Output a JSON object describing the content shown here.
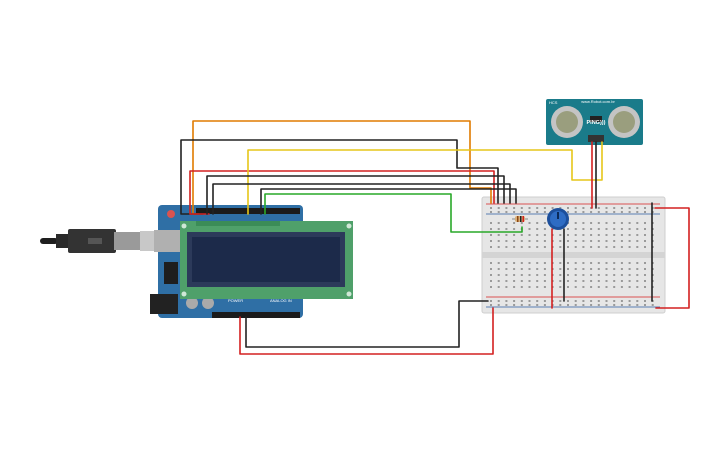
{
  "canvas": {
    "background": "#ffffff"
  },
  "arduino": {
    "board_color": "#2f6fa5",
    "power_label": "POWER",
    "analog_label": "ANALOG IN"
  },
  "lcd": {
    "frame_color": "#4fa06a",
    "screen_color": "#1c2a4a"
  },
  "ultrasonic_sensor": {
    "title": "PING)))",
    "url_text": "www.Robot.com.br",
    "model_text": "HCS",
    "board_color": "#1a7b8a"
  },
  "breadboard": {
    "color": "#e6e6e6"
  },
  "wire_colors": {
    "orange": "#e07b00",
    "yellow": "#e6c619",
    "red": "#d42020",
    "black": "#222222",
    "green": "#29a829"
  }
}
